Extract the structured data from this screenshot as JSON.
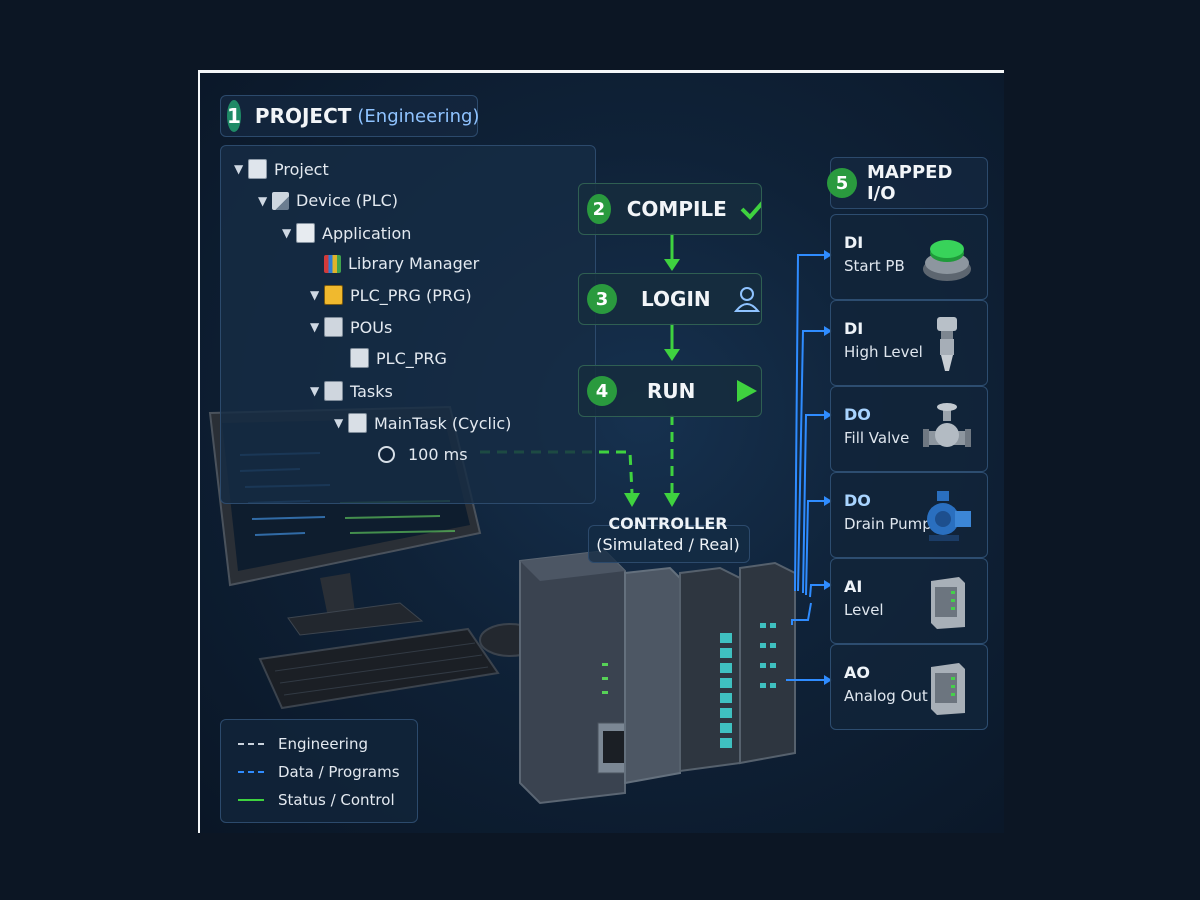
{
  "project": {
    "number": "1",
    "title": "PROJECT",
    "subtitle": "(Engineering)",
    "tree": [
      {
        "label": "Project",
        "icon": "project-icon"
      },
      {
        "label": "Device (PLC)",
        "icon": "device-icon"
      },
      {
        "label": "Application",
        "icon": "application-icon"
      },
      {
        "label": "Library Manager",
        "icon": "library-icon"
      },
      {
        "label": "PLC_PRG (PRG)",
        "icon": "program-icon"
      },
      {
        "label": "POUs",
        "icon": "pous-icon"
      },
      {
        "label": "PLC_PRG",
        "icon": "document-icon"
      },
      {
        "label": "Tasks",
        "icon": "tasks-icon"
      },
      {
        "label": "MainTask (Cyclic)",
        "icon": "task-icon"
      },
      {
        "label": "100 ms",
        "icon": "clock-icon"
      }
    ]
  },
  "steps": [
    {
      "number": "2",
      "label": "COMPILE",
      "icon": "check-icon"
    },
    {
      "number": "3",
      "label": "LOGIN",
      "icon": "user-icon"
    },
    {
      "number": "4",
      "label": "RUN",
      "icon": "play-icon"
    }
  ],
  "controller": {
    "line1": "CONTROLLER",
    "line2": "(Simulated / Real)"
  },
  "mapped_io": {
    "number": "5",
    "title": "MAPPED I/O",
    "items": [
      {
        "type": "DI",
        "label": "Start PB",
        "icon": "push-button-icon"
      },
      {
        "type": "DI",
        "label": "High Level",
        "icon": "level-sensor-icon"
      },
      {
        "type": "DO",
        "label": "Fill Valve",
        "icon": "valve-icon"
      },
      {
        "type": "DO",
        "label": "Drain Pump",
        "icon": "pump-icon"
      },
      {
        "type": "AI",
        "label": "Level",
        "icon": "io-module-icon"
      },
      {
        "type": "AO",
        "label": "Analog Out",
        "icon": "io-module-icon"
      }
    ]
  },
  "legend": [
    {
      "label": "Engineering",
      "color": "#c9d2dc"
    },
    {
      "label": "Data / Programs",
      "color": "#2f8cff"
    },
    {
      "label": "Status / Control",
      "color": "#3fd23f"
    }
  ],
  "colors": {
    "accent_green": "#3fd23f",
    "accent_blue": "#2f8cff",
    "badge": "#1f8a66"
  }
}
